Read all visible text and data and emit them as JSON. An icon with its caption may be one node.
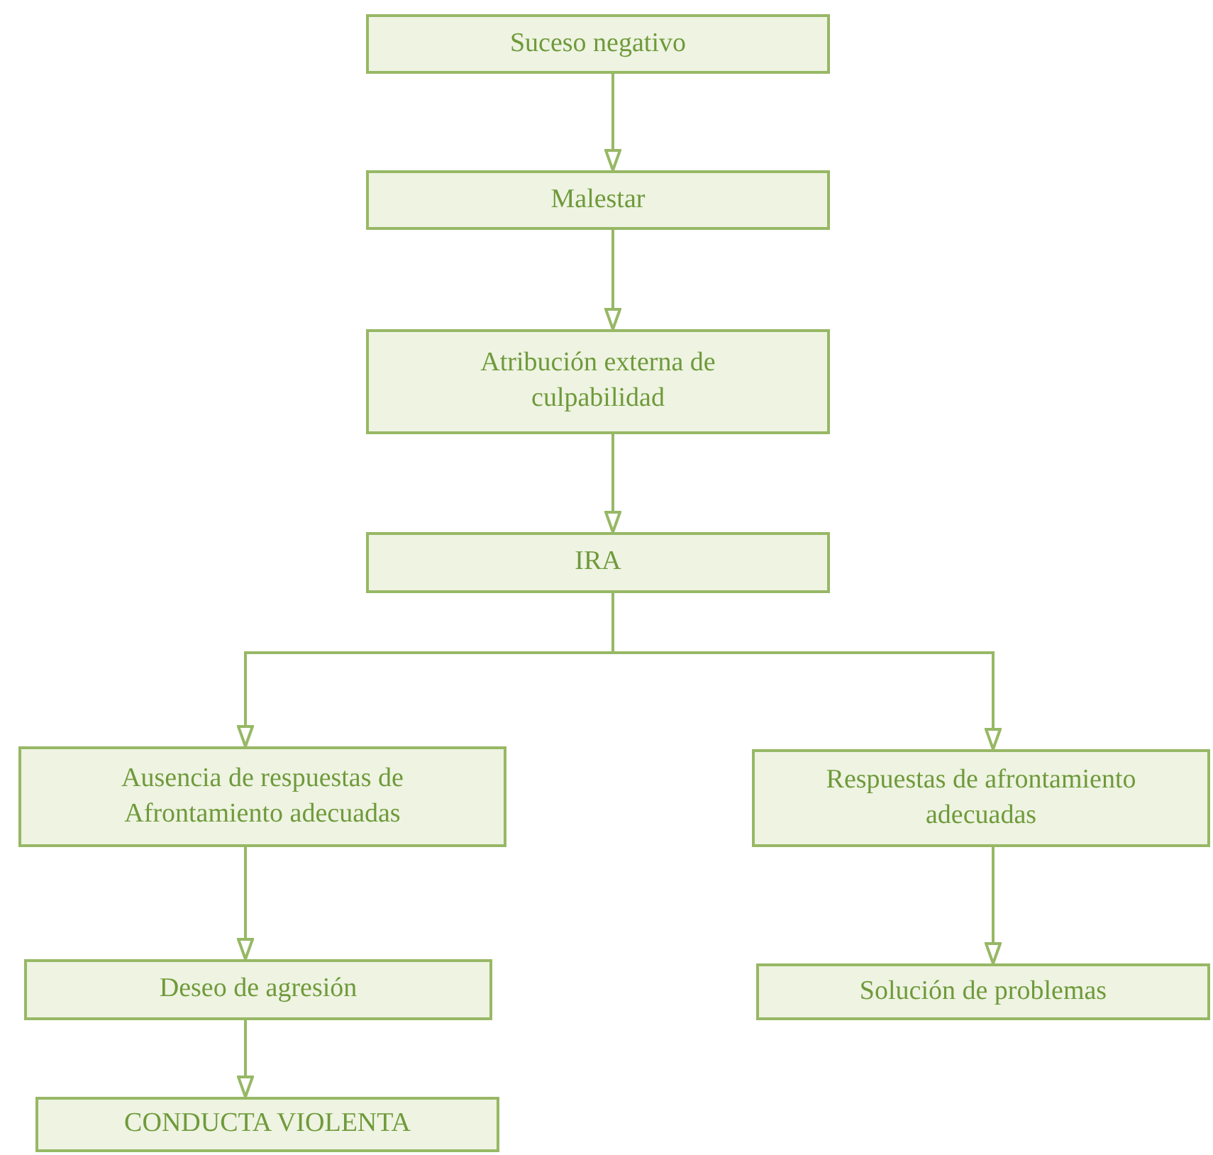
{
  "diagram": {
    "nodes": [
      {
        "text": [
          "Suceso negativo"
        ]
      },
      {
        "text": [
          "Malestar"
        ]
      },
      {
        "text": [
          "Atribución externa de culpabilidad"
        ]
      },
      {
        "text": [
          "IRA"
        ]
      },
      {
        "text": [
          "Ausencia de respuestas de Afrontamiento adecuadas"
        ]
      },
      {
        "text": [
          "Respuestas de afrontamiento adecuadas"
        ]
      },
      {
        "text": [
          "Deseo de agresión"
        ]
      },
      {
        "text": [
          "Solución de problemas"
        ]
      },
      {
        "text": [
          "CONDUCTA VIOLENTA"
        ]
      }
    ],
    "edges": [
      {
        "from": 0,
        "to": 1,
        "arrow": "to"
      },
      {
        "from": 1,
        "to": 2,
        "arrow": "to"
      },
      {
        "from": 2,
        "to": 3,
        "arrow": "to"
      },
      {
        "from": 3,
        "to": 4,
        "arrow": "to"
      },
      {
        "from": 3,
        "to": 5,
        "arrow": "to"
      },
      {
        "from": 4,
        "to": 6,
        "arrow": "to"
      },
      {
        "from": 5,
        "to": 7,
        "arrow": "to"
      },
      {
        "from": 6,
        "to": 8,
        "arrow": "to"
      }
    ]
  }
}
